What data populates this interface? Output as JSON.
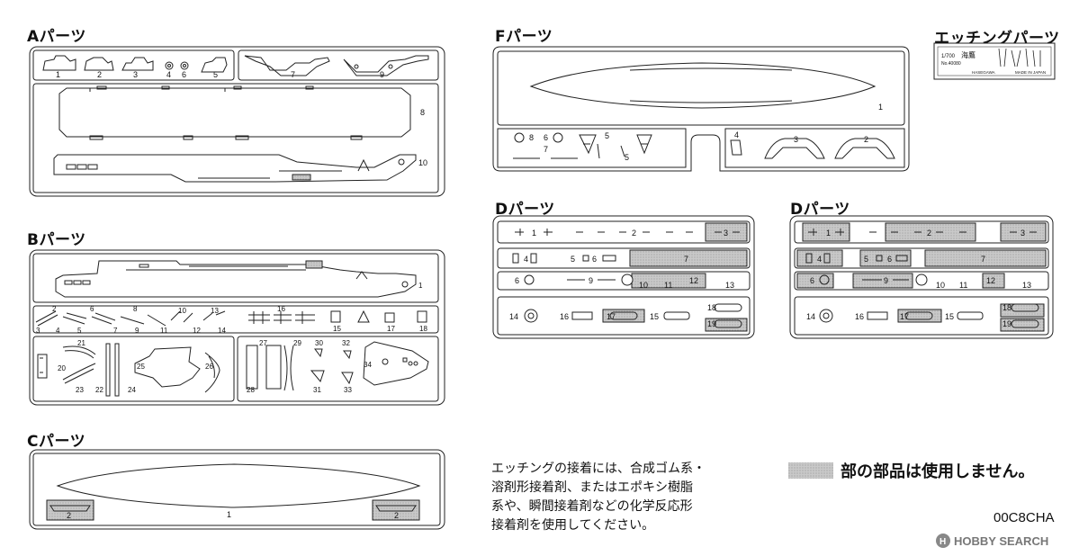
{
  "titles": {
    "a": "Aパーツ",
    "b": "Bパーツ",
    "c": "Cパーツ",
    "f": "Fパーツ",
    "d1": "Dパーツ",
    "d2": "Dパーツ",
    "etching": "エッチングパーツ"
  },
  "labels": {
    "a": [
      "1",
      "2",
      "3",
      "4",
      "6",
      "5",
      "7",
      "9",
      "8",
      "10"
    ],
    "b": [
      "1",
      "2",
      "3",
      "4",
      "5",
      "6",
      "7",
      "8",
      "9",
      "10",
      "11",
      "12",
      "13",
      "14",
      "16",
      "15",
      "17",
      "18",
      "21",
      "20",
      "22",
      "23",
      "24",
      "25",
      "26",
      "27",
      "28",
      "29",
      "30",
      "31",
      "32",
      "33",
      "34"
    ],
    "c": [
      "1",
      "2",
      "2"
    ],
    "f": [
      "1",
      "8",
      "6",
      "7",
      "5",
      "5",
      "4",
      "3",
      "2"
    ],
    "d": [
      "1",
      "1",
      "2",
      "3",
      "4",
      "5",
      "6",
      "7",
      "6",
      "9",
      "10",
      "11",
      "12",
      "13",
      "14",
      "16",
      "17",
      "15",
      "18",
      "19"
    ]
  },
  "etching_card": {
    "scale": "1/700",
    "name": "海鷹",
    "number": "No.40080",
    "maker": "HASEGAWA",
    "origin": "MADE IN JAPAN"
  },
  "note_lines": [
    "エッチングの接着には、合成ゴム系・",
    "溶剤形接着剤、またはエポキシ樹脂",
    "系や、瞬間接着剤などの化学反応形",
    "接着剤を使用してください。"
  ],
  "legend": {
    "text": "部の部品は使用しません。",
    "swatch_color": "#bdbdbd"
  },
  "code": "00C8CHA",
  "watermark": {
    "brand": "HOBBY SEARCH",
    "logo_text": "H"
  }
}
